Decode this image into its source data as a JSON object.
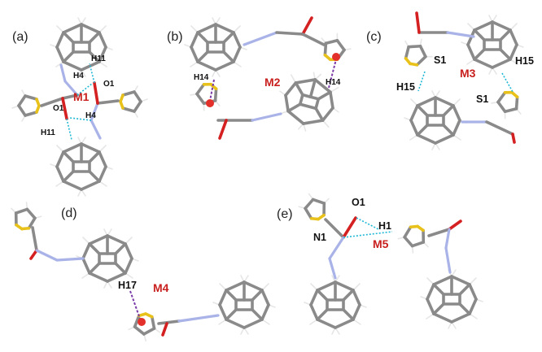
{
  "figure": {
    "colors": {
      "carbon_bond": "#8a8a8a",
      "hydrogen": "#e6e6e6",
      "nitrogen": "#a9b3e8",
      "oxygen": "#d42020",
      "sulfur": "#e8c21a",
      "hbond_contact": "#1fb8d6",
      "ch_pi_contact": "#7a3aa8",
      "centroid": "#e3302a",
      "motif_label": "#c8201e"
    },
    "panels": [
      {
        "letter": "(a)",
        "motif": "M1",
        "atom_labels": [
          "H11",
          "H4",
          "O1",
          "O1",
          "H4",
          "H11"
        ]
      },
      {
        "letter": "(b)",
        "motif": "M2",
        "atom_labels": [
          "H14",
          "H14"
        ]
      },
      {
        "letter": "(c)",
        "motif": "M3",
        "atom_labels": [
          "S1",
          "H15",
          "H15",
          "S1"
        ]
      },
      {
        "letter": "(d)",
        "motif": "M4",
        "atom_labels": [
          "H17"
        ]
      },
      {
        "letter": "(e)",
        "motif": "M5",
        "atom_labels": [
          "O1",
          "H1",
          "N1"
        ]
      }
    ]
  }
}
